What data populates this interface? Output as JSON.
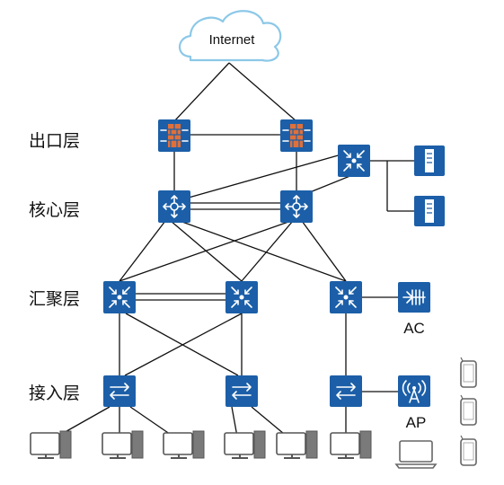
{
  "cloud": {
    "label": "Internet"
  },
  "layers": {
    "egress": "出口层",
    "core": "核心层",
    "aggregation": "汇聚层",
    "access": "接入层"
  },
  "labels": {
    "ac": "AC",
    "ap": "AP"
  },
  "colors": {
    "device": "#1c5fa8",
    "firewall_bricks": "#e0703a",
    "cloud_stroke": "#8cc8e8",
    "terminal_gray": "#777777"
  },
  "icons": {
    "firewall": "firewall-icon",
    "core_router": "router-icon",
    "aggregation_switch": "switch-icon",
    "access_switch": "access-switch-icon",
    "server": "server-icon",
    "ac": "wireless-controller-icon",
    "ap": "access-point-icon",
    "pc": "pc-icon",
    "laptop": "laptop-icon",
    "phone": "phone-icon"
  }
}
